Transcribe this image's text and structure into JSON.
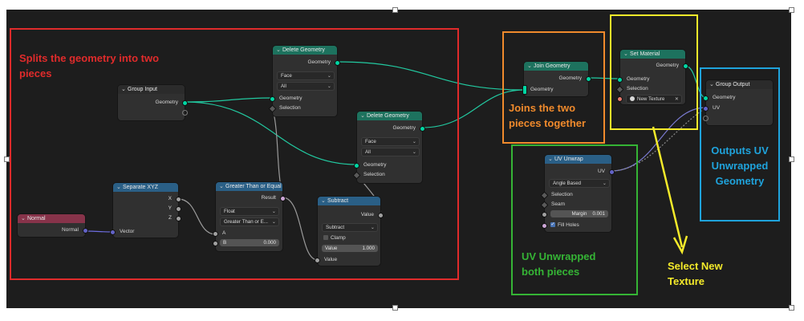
{
  "nodes": {
    "normal": {
      "title": "Normal",
      "out_normal": "Normal"
    },
    "group_input": {
      "title": "Group Input",
      "out_geometry": "Geometry"
    },
    "separate_xyz": {
      "title": "Separate XYZ",
      "out_x": "X",
      "out_y": "Y",
      "out_z": "Z",
      "in_vector": "Vector"
    },
    "compare": {
      "title": "Greater Than or Equal",
      "out_result": "Result",
      "mode": "Float",
      "operation": "Greater Than or E...",
      "in_a": "A",
      "b_label": "B",
      "b_value": "0.000"
    },
    "subtract": {
      "title": "Subtract",
      "out_value": "Value",
      "operation": "Subtract",
      "clamp_label": "Clamp",
      "value_label": "Value",
      "value_value": "1.000",
      "in_value": "Value"
    },
    "delete1": {
      "title": "Delete Geometry",
      "out_geometry": "Geometry",
      "domain": "Face",
      "mode": "All",
      "in_geometry": "Geometry",
      "in_selection": "Selection"
    },
    "delete2": {
      "title": "Delete Geometry",
      "out_geometry": "Geometry",
      "domain": "Face",
      "mode": "All",
      "in_geometry": "Geometry",
      "in_selection": "Selection"
    },
    "join": {
      "title": "Join Geometry",
      "out_geometry": "Geometry",
      "in_geometry": "Geometry"
    },
    "set_material": {
      "title": "Set Material",
      "out_geometry": "Geometry",
      "in_geometry": "Geometry",
      "in_selection": "Selection",
      "material": "New Texture"
    },
    "group_output": {
      "title": "Group Output",
      "in_geometry": "Geometry",
      "in_uv": "UV"
    },
    "uv_unwrap": {
      "title": "UV Unwrap",
      "out_uv": "UV",
      "method": "Angle Based",
      "in_selection": "Selection",
      "in_seam": "Seam",
      "margin_label": "Margin",
      "margin_value": "0.001",
      "fill_holes_label": "Fill Holes"
    }
  },
  "annotations": {
    "split": {
      "line1": "Splits the geometry into two",
      "line2": "pieces",
      "color": "#e02b2b"
    },
    "join": {
      "line1": "Joins the two",
      "line2": "pieces together",
      "color": "#f08a2c"
    },
    "uv": {
      "line1": "UV Unwrapped",
      "line2": "both pieces",
      "color": "#35b435"
    },
    "select": {
      "line1": "Select New",
      "line2": "Texture",
      "color": "#f4ea2a"
    },
    "outputs": {
      "line1": "Outputs UV",
      "line2": "Unwrapped",
      "line3": "Geometry",
      "color": "#1fa3dc"
    }
  },
  "colors": {
    "canvas": "#1d1d1d",
    "node_body": "#303030",
    "geometry_header": "#1d725e",
    "converter_header": "#2a5f86",
    "input_header": "#87334a",
    "geometry_socket": "#00d6a3",
    "value_socket": "#a1a1a1",
    "vector_socket": "#6363c7"
  }
}
